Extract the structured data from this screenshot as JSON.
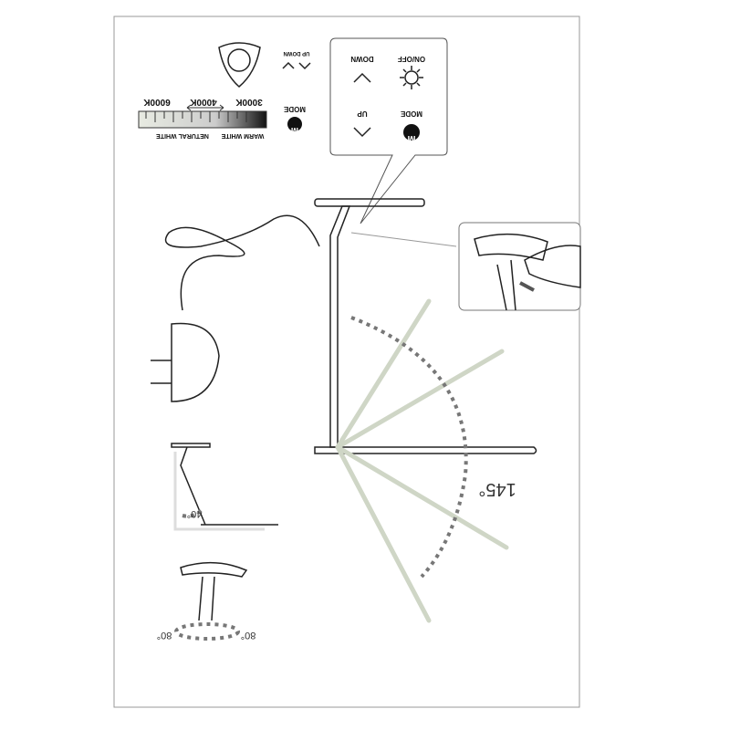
{
  "panel": {
    "mode_label": "MODE",
    "up_label": "UP",
    "down_label": "DOWN",
    "onoff_label": "ON/OFF",
    "mode_glyph": "M"
  },
  "legend": {
    "mode_label": "MODE",
    "mode_glyph": "M",
    "temps": [
      "3000K",
      "4000K",
      "6000K"
    ],
    "warm_label": "WARM WHITE",
    "natural_label": "NETURAL WHITE",
    "up_small": "UP",
    "down_small": "DOWN"
  },
  "angles": {
    "tilt": "145°",
    "arm": "40°",
    "rotate_left": "80°",
    "rotate_right": "80°"
  },
  "colors": {
    "ink": "#222222",
    "ghost": "#cfd6c6",
    "arrow": "#777777"
  }
}
